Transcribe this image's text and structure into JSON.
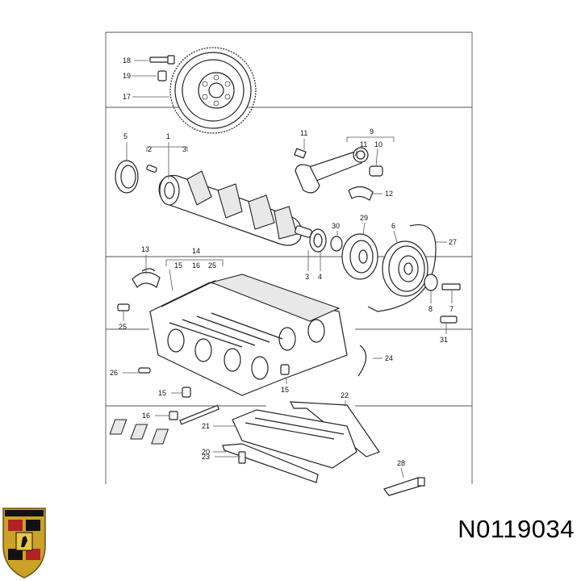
{
  "labels": {
    "l1": "1",
    "l2": "2",
    "l3": "3",
    "l3b": "3",
    "l4": "4",
    "l5": "5",
    "l6": "6",
    "l7": "7",
    "l8": "8",
    "l9": "9",
    "l10": "10",
    "l11a": "11",
    "l11b": "11",
    "l12": "12",
    "l13": "13",
    "l14": "14",
    "l15a": "15",
    "l15b": "15",
    "l15c": "15",
    "l16a": "16",
    "l16b": "16",
    "l17": "17",
    "l18": "18",
    "l19": "19",
    "l20": "20",
    "l21": "21",
    "l22": "22",
    "l23": "23",
    "l24": "24",
    "l25a": "25",
    "l25b": "25",
    "l26": "26",
    "l27": "27",
    "l28": "28",
    "l29": "29",
    "l30": "30",
    "l31": "31"
  },
  "part_number": "N0119034",
  "crest_icon": "porsche-crest-icon",
  "colors": {
    "line": "#222222",
    "crest_gold": "#c9a227",
    "crest_red": "#b22222",
    "crest_black": "#111111"
  }
}
